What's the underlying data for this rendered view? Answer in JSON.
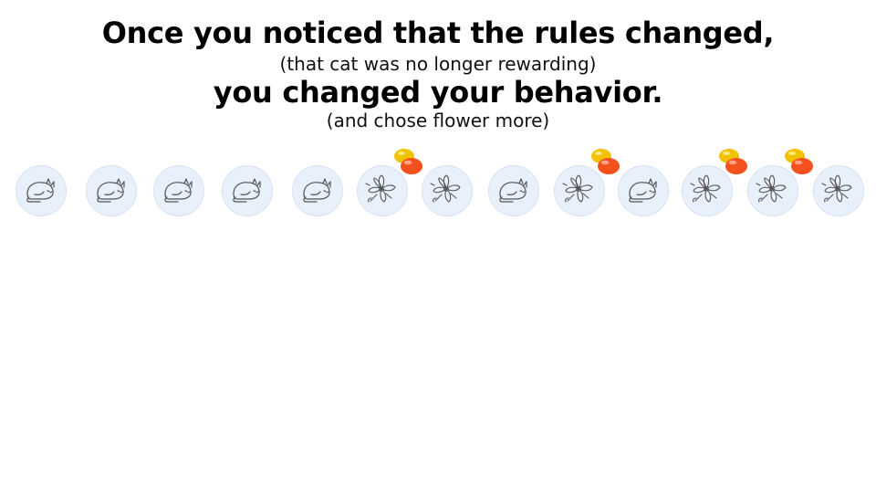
{
  "slide": {
    "headline1": "Once you noticed that the rules changed,",
    "subtitle1": "(that cat was no longer rewarding)",
    "headline2": "you changed your behavior.",
    "subtitle2": "(and chose flower more)"
  },
  "trials": [
    {
      "icon": "cat-icon",
      "rewarded": false
    },
    {
      "icon": "cat-icon",
      "rewarded": false
    },
    {
      "icon": "cat-icon",
      "rewarded": false
    },
    {
      "icon": "cat-icon",
      "rewarded": false
    },
    {
      "icon": "cat-icon",
      "rewarded": false
    },
    {
      "icon": "flower-icon",
      "rewarded": true
    },
    {
      "icon": "flower-icon",
      "rewarded": false
    },
    {
      "icon": "cat-icon",
      "rewarded": false
    },
    {
      "icon": "flower-icon",
      "rewarded": true
    },
    {
      "icon": "cat-icon",
      "rewarded": false
    },
    {
      "icon": "flower-icon",
      "rewarded": true
    },
    {
      "icon": "flower-icon",
      "rewarded": true
    },
    {
      "icon": "flower-icon",
      "rewarded": false
    }
  ],
  "colors": {
    "disc_fill": "#e8f0fb",
    "candy_yellow": "#f2c200",
    "candy_orange": "#f4511e",
    "icon_stroke": "#555555"
  }
}
